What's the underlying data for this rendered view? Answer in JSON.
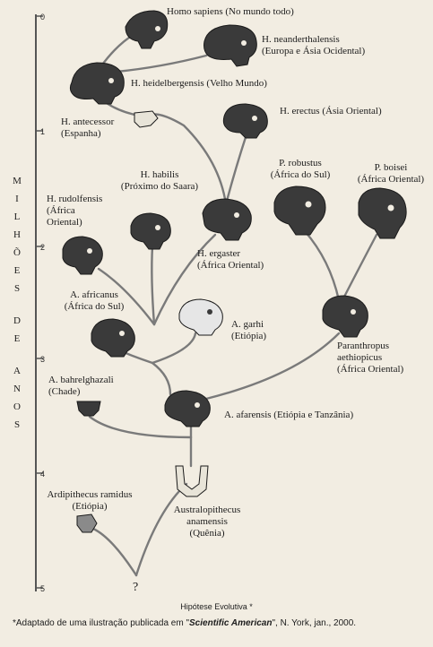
{
  "time_axis": {
    "ticks": [
      "0",
      "1",
      "2",
      "3",
      "4",
      "5"
    ],
    "label_letters": [
      "M",
      "I",
      "L",
      "H",
      "Õ",
      "E",
      "S",
      "D",
      "E",
      "A",
      "N",
      "O",
      "S"
    ]
  },
  "species": {
    "homo_sapiens": "Homo sapiens (No mundo todo)",
    "neanderthalensis": [
      "H. neanderthalensis",
      "(Europa e Ásia Ocidental)"
    ],
    "heidelbergensis": "H. heidelbergensis (Velho Mundo)",
    "antecessor": [
      "H. antecessor",
      "(Espanha)"
    ],
    "erectus": "H. erectus (Ásia Oriental)",
    "habilis": [
      "H. habilis",
      "(Próximo do Saara)"
    ],
    "p_robustus": [
      "P. robustus",
      "(África do Sul)"
    ],
    "p_boisei": [
      "P. boisei",
      "(África Oriental)"
    ],
    "rudolfensis": [
      "H. rudolfensis",
      "(África",
      "Oriental)"
    ],
    "ergaster": [
      "H. ergaster",
      "(África Oriental)"
    ],
    "africanus": [
      "A. africanus",
      "(África do Sul)"
    ],
    "garhi": [
      "A. garhi",
      "(Etiópia)"
    ],
    "aethiopicus": [
      "Paranthropus",
      "aethiopicus",
      "(África Oriental)"
    ],
    "bahrelghazali": [
      "A. bahrelghazali",
      "(Chade)"
    ],
    "afarensis": "A. afarensis (Etiópia e Tanzânia)",
    "ramidus": [
      "Ardipithecus ramidus",
      "(Etiópia)"
    ],
    "anamensis": [
      "Australopithecus",
      "anamensis",
      "(Quênia)"
    ],
    "unknown": "?"
  },
  "caption": "Hipótese Evolutiva *",
  "footnote": {
    "prefix": "*Adaptado de uma ilustração publicada em \"",
    "source": "Scientific American",
    "suffix": "\", N. York, jan., 2000."
  },
  "colors": {
    "background": "#f2ede2",
    "line": "#7a7a7a",
    "fossil": "#3a3a3a",
    "fossil_light": "#e6e6e6"
  }
}
